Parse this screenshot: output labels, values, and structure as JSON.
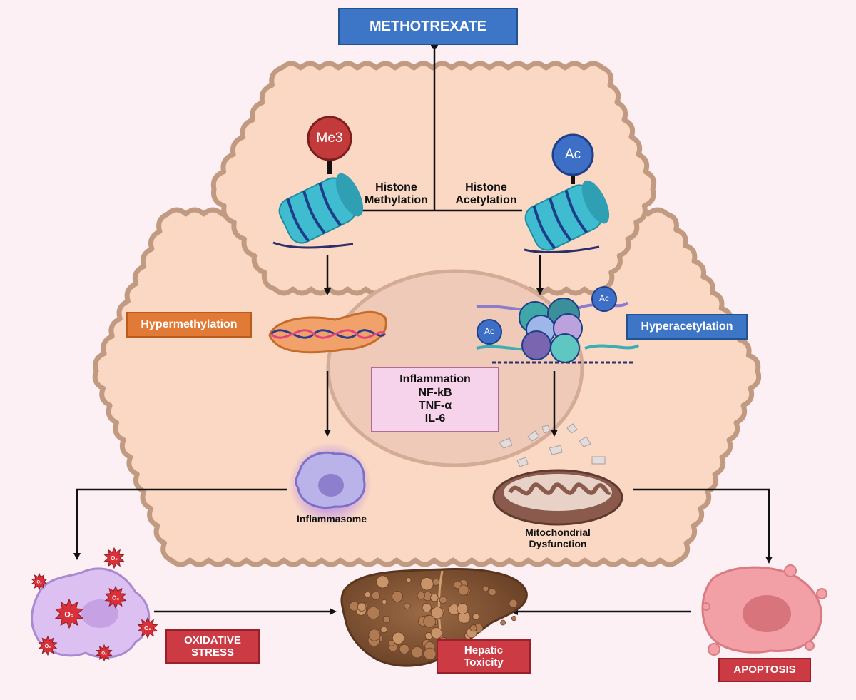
{
  "drug": "METHOTREXATE",
  "histone_methylation": [
    "Histone",
    "Methylation"
  ],
  "histone_acetylation": [
    "Histone",
    "Acetylation"
  ],
  "marks": {
    "methyl": "Me3",
    "acetyl": "Ac",
    "acetyl_small_right": "Ac",
    "acetyl_small_left": "Ac"
  },
  "hypermethylation": "Hypermethylation",
  "hyperacetylation": "Hyperacetylation",
  "inflammation_box": [
    "Inflammation",
    "NF-kB",
    "TNF-α",
    "IL-6"
  ],
  "inflammasome": "Inflammasome",
  "mitochondrial": [
    "Mitochondrial",
    "Dysfunction"
  ],
  "oxidative_stress": [
    "OXIDATIVE",
    "STRESS"
  ],
  "hepatic_toxicity": [
    "Hepatic",
    "Toxicity"
  ],
  "apoptosis": "APOPTOSIS",
  "o2_label": "O₂",
  "colors": {
    "background": "#fdf0f4",
    "cell_fill": "#fad8c3",
    "cell_stroke": "#c29a82",
    "nucleus": "#efcab8",
    "accent_blue": "#3d76c6",
    "accent_orange": "#e07a36",
    "accent_red": "#cc3b44",
    "nucleosome": "#3fbccf",
    "liver": "#8a5a37"
  }
}
